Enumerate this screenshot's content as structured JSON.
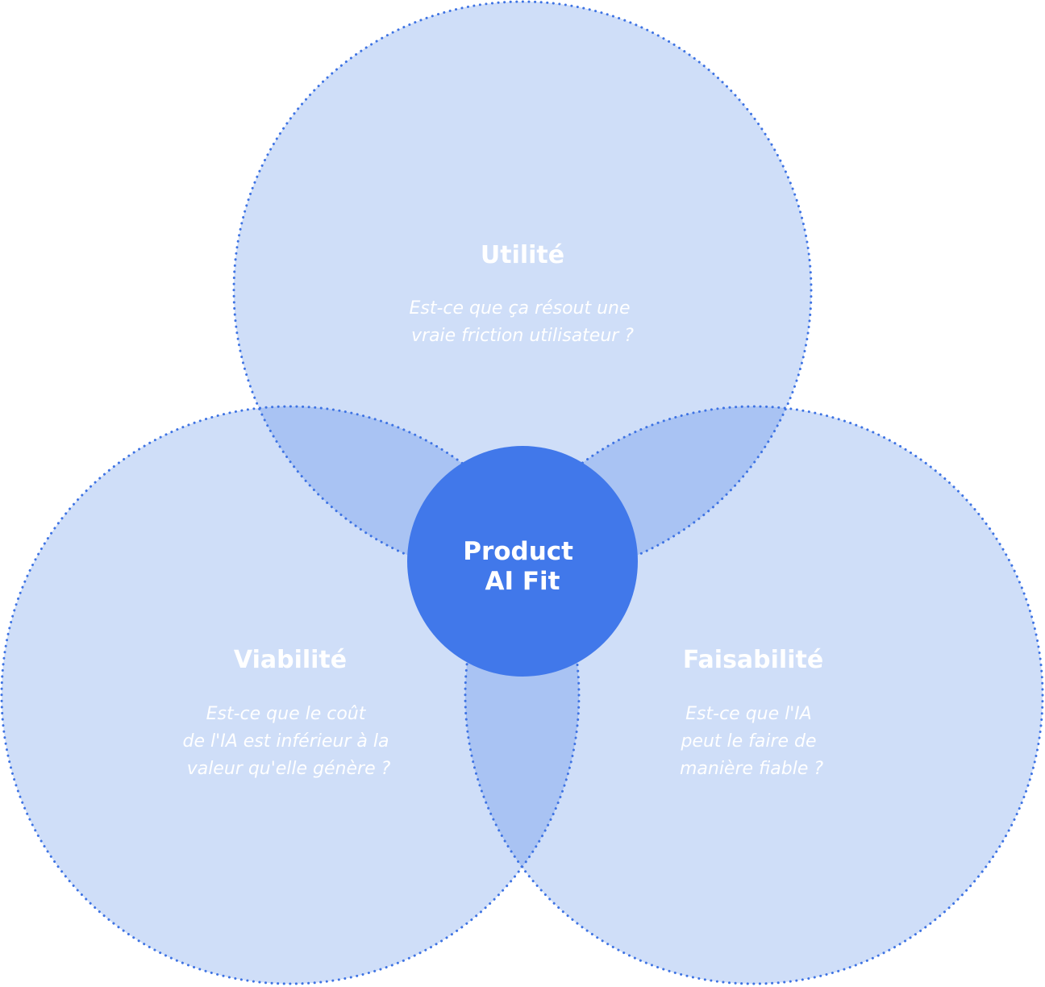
{
  "colors": {
    "circle_fill": "#cfdef8",
    "overlap_fill": "#a9c3f3",
    "circle_stroke": "#3e73e3",
    "center_fill": "#4178ea",
    "text_light": "#ffffff"
  },
  "center": {
    "line1": "Product",
    "line2": "AI Fit"
  },
  "circles": {
    "utilite": {
      "title": "Utilité",
      "question": [
        "Est-ce que ça résout une",
        "vraie friction utilisateur ?"
      ]
    },
    "viabilite": {
      "title": "Viabilité",
      "question": [
        "Est-ce que le coût",
        "de l'IA est inférieur à la",
        "valeur qu'elle génère ?"
      ]
    },
    "faisabilite": {
      "title": "Faisabilité",
      "question": [
        "Est-ce que l'IA",
        "peut le faire de",
        "manière fiable ?"
      ]
    }
  }
}
